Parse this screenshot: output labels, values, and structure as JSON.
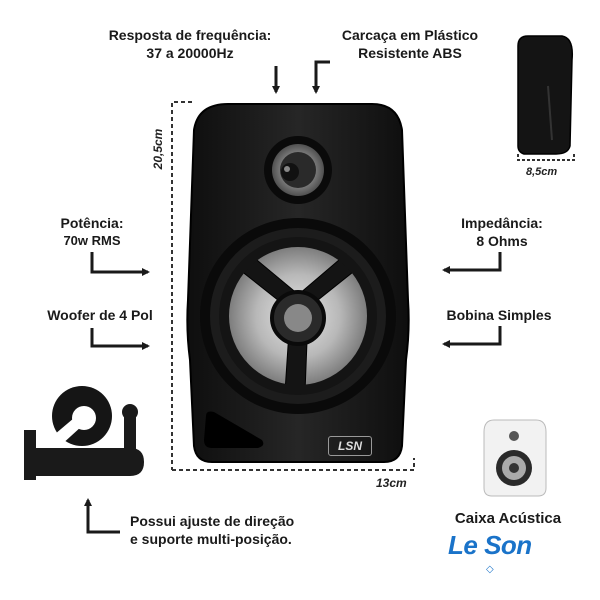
{
  "labels": {
    "freq_line1": "Resposta de frequência:",
    "freq_line2": "37 a 20000Hz",
    "case_line1": "Carcaça em Plástico",
    "case_line2": "Resistente ABS",
    "power_line1": "Potência:",
    "power_line2": "70w RMS",
    "impedance_line1": "Impedância:",
    "impedance_line2": "8 Ohms",
    "woofer": "Woofer de 4 Pol",
    "coil": "Bobina Simples",
    "mount_line1": "Possui ajuste de direção",
    "mount_line2": "e suporte multi-posição."
  },
  "dimensions": {
    "height": "20,5cm",
    "width": "13cm",
    "depth": "8,5cm"
  },
  "product": {
    "speaker_logo": "LSN",
    "caption": "Caixa Acústica",
    "brand": "Le Son"
  },
  "colors": {
    "brand_blue": "#1a73c9",
    "speaker_body": "#161616"
  }
}
